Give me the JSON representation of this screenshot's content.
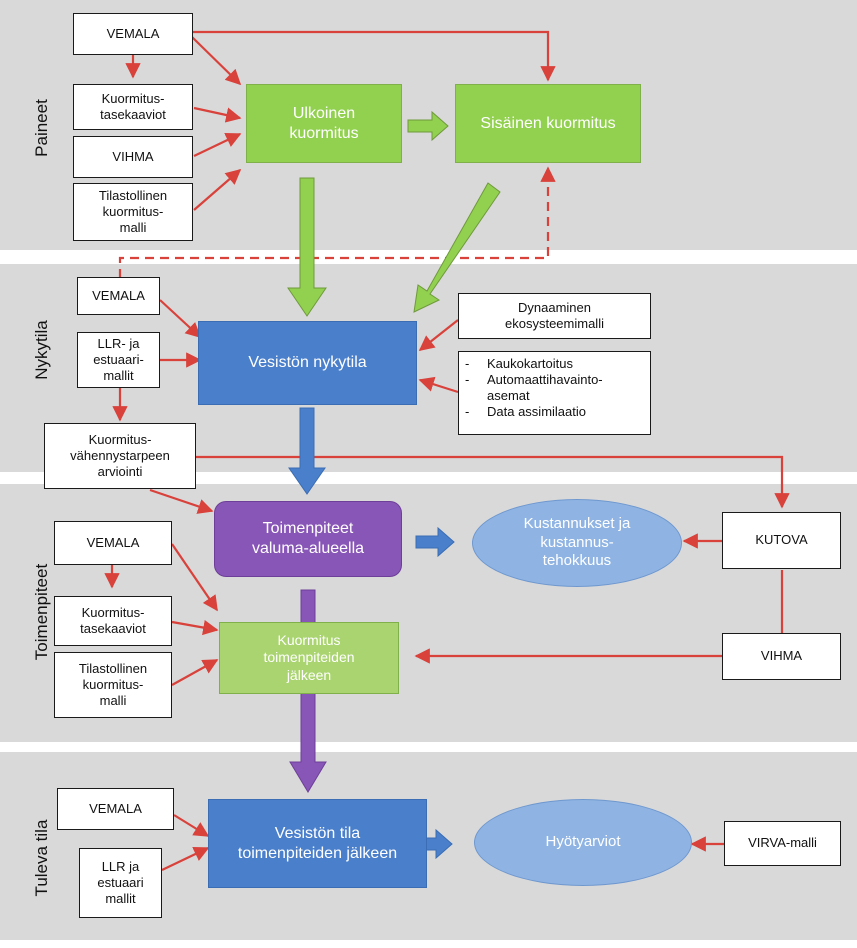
{
  "bands": [
    {
      "id": "paineet",
      "label": "Paineet"
    },
    {
      "id": "nykytila",
      "label": "Nykytila"
    },
    {
      "id": "toimenpiteet",
      "label": "Toimenpiteet"
    },
    {
      "id": "tuleva",
      "label": "Tuleva tila"
    }
  ],
  "paineet": {
    "vemala": "VEMALA",
    "kuormitustase": "Kuormitus-\ntasekaaviot",
    "vihma": "VIHMA",
    "tilastollinen": "Tilastollinen\nkuormitus-\nmalli",
    "ulkoinen": "Ulkoinen\nkuormitus",
    "sisainen": "Sisäinen kuormitus"
  },
  "nykytila": {
    "vemala": "VEMALA",
    "llr": "LLR- ja\nestuaari-\nmallit",
    "nykytila": "Vesistön nykytila",
    "dynaaminen": "Dynaaminen\nekosysteemimalli",
    "bullets": [
      "Kaukokartoitus",
      "Automaattihavainto-\nasemat",
      "Data assimilaatio"
    ],
    "bullet_mark": "-"
  },
  "toimenpiteet": {
    "arviointi": "Kuormitus-\nvähennystarpeen\narviointi",
    "vemala": "VEMALA",
    "kuormitustase": "Kuormitus-\ntasekaaviot",
    "tilastollinen": "Tilastollinen\nkuormitus-\nmalli",
    "valuma": "Toimenpiteet\nvaluma-alueella",
    "kustannukset": "Kustannukset ja\nkustannus-\ntehokkuus",
    "kutova": "KUTOVA",
    "kuormitus_jalkeen": "Kuormitus\ntoimenpiteiden\njälkeen",
    "vihma": "VIHMA"
  },
  "tuleva": {
    "vemala": "VEMALA",
    "llr": "LLR ja\nestuaari\nmallit",
    "vesiston_tila": "Vesistön tila\ntoimenpiteiden jälkeen",
    "hyotyarviot": "Hyötyarviot",
    "virva": "VIRVA-malli"
  },
  "colors": {
    "band": "#d9d9d9",
    "green": "#92d050",
    "blue": "#4a7fcb",
    "purple": "#8856b6",
    "ellipse": "#8fb4e3",
    "red_arrow": "#d9413b"
  }
}
